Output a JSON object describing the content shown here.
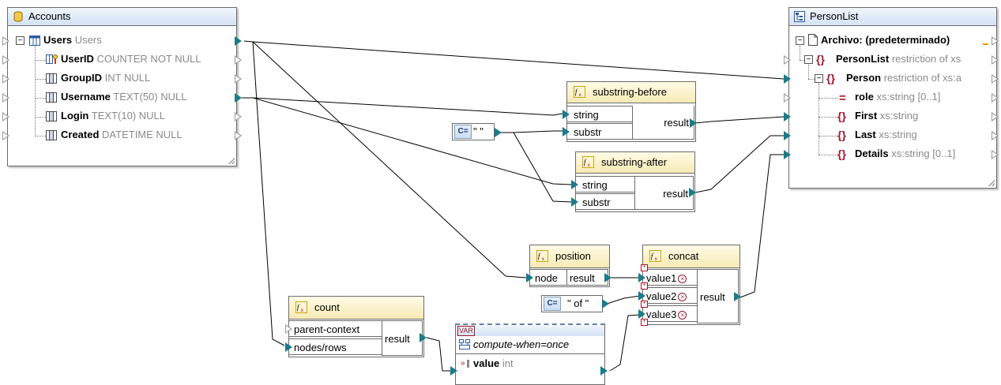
{
  "accounts": {
    "title": "Accounts",
    "table": {
      "name": "Users",
      "type": "Users"
    },
    "fields": [
      {
        "name": "UserID",
        "type": "COUNTER NOT NULL"
      },
      {
        "name": "GroupID",
        "type": "INT NULL"
      },
      {
        "name": "Username",
        "type": "TEXT(50) NULL"
      },
      {
        "name": "Login",
        "type": "TEXT(10) NULL"
      },
      {
        "name": "Created",
        "type": "DATETIME NULL"
      }
    ]
  },
  "personlist": {
    "title": "PersonList",
    "file": "Archivo: (predeterminado)",
    "root": {
      "name": "PersonList",
      "type": "restriction of xs"
    },
    "person": {
      "name": "Person",
      "type": "restriction of xs:a"
    },
    "children": [
      {
        "name": "role",
        "type": "xs:string [0..1]",
        "kind": "attribute"
      },
      {
        "name": "First",
        "type": "xs:string",
        "kind": "element"
      },
      {
        "name": "Last",
        "type": "xs:string",
        "kind": "element"
      },
      {
        "name": "Details",
        "type": "xs:string [0..1]",
        "kind": "element"
      }
    ]
  },
  "functions": {
    "substring_before": {
      "title": "substring-before",
      "inputs": [
        "string",
        "substr"
      ],
      "output": "result"
    },
    "substring_after": {
      "title": "substring-after",
      "inputs": [
        "string",
        "substr"
      ],
      "output": "result"
    },
    "position": {
      "title": "position",
      "inputs": [
        "node"
      ],
      "output": "result"
    },
    "concat": {
      "title": "concat",
      "inputs": [
        "value1",
        "value2",
        "value3"
      ],
      "output": "result"
    },
    "count": {
      "title": "count",
      "inputs": [
        "parent-context",
        "nodes/rows"
      ],
      "output": "result"
    }
  },
  "constants": {
    "space": "\" \"",
    "of": "\" of \"",
    "icon_label": "C="
  },
  "variable": {
    "badge": "VAR",
    "compute_when": "compute-when=once",
    "value_label": "value",
    "value_type": "int"
  },
  "colors": {
    "wire": "#000000",
    "port": "#1a7c88",
    "box_title_blue": "#d3e2f4",
    "box_title_yellow": "#f6eab4",
    "element_icon": "#a3162a"
  }
}
